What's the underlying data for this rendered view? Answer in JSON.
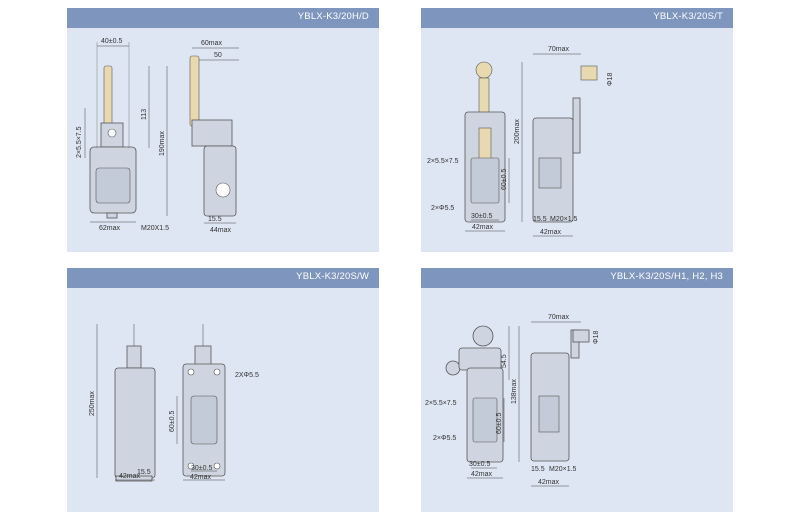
{
  "panels": [
    {
      "title": "YBLX-K3/20H/D",
      "dims": {
        "top_width": "40±0.5",
        "side_max": "60max",
        "side_50": "50",
        "mount": "2×5.5×7.5",
        "h113": "113",
        "h190": "190max",
        "w62": "62max",
        "thread": "M20X1.5",
        "d15": "15.5",
        "w44": "44max"
      }
    },
    {
      "title": "YBLX-K3/20S/T",
      "dims": {
        "w70": "70max",
        "phi18": "Φ18",
        "mount": "2×5.5×7.5",
        "h200": "200max",
        "h60": "60±0.5",
        "hole": "2×Φ5.5",
        "w30": "30±0.5",
        "w42": "42max",
        "d15": "15.5",
        "thread": "M20×1.5",
        "w42b": "42max"
      }
    },
    {
      "title": "YBLX-K3/20S/W",
      "dims": {
        "h250": "250max",
        "hole": "2XΦ5.5",
        "h60": "60±0.5",
        "d15": "15.5",
        "w42": "42max",
        "w30": "30±0.5",
        "w42b": "42max"
      }
    },
    {
      "title": "YBLX-K3/20S/H1, H2, H3",
      "dims": {
        "w70": "70max",
        "phi18": "Φ18",
        "h54": "54.5",
        "mount": "2×5.5×7.5",
        "h138": "138max",
        "h60": "60±0.5",
        "hole": "2×Φ5.5",
        "w30": "30±0.5",
        "w42": "42max",
        "d15": "15.5",
        "thread": "M20×1.5",
        "w42b": "42max"
      }
    }
  ],
  "colors": {
    "panel_bg": "#dfe6f3",
    "header_bg": "#7e95bd",
    "lever": "#e8d9b0"
  }
}
